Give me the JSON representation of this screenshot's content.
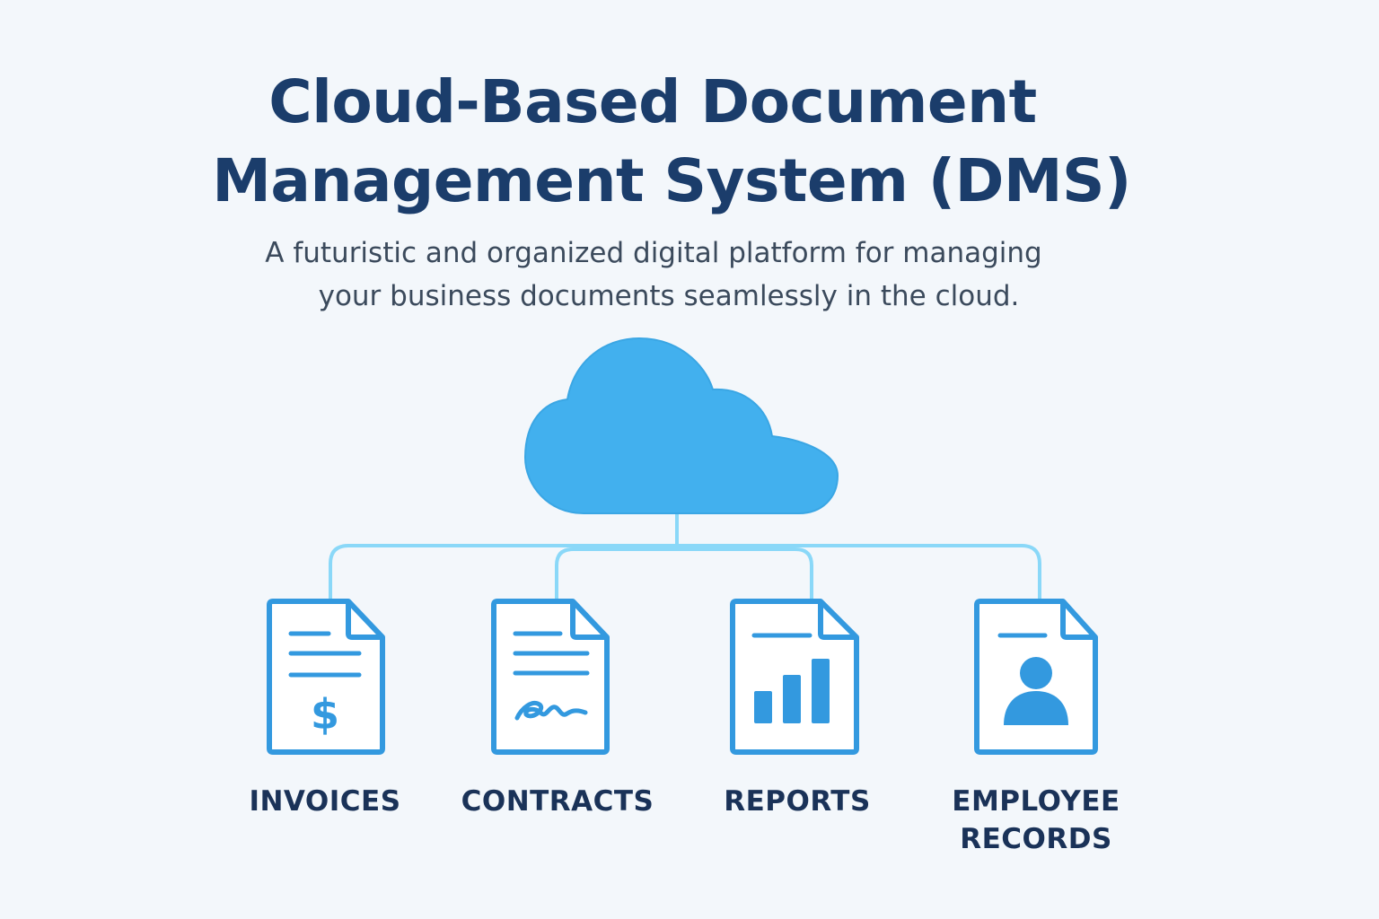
{
  "header": {
    "title_line1": "Cloud-Based Document",
    "title_line2": "Management System (DMS)",
    "subtitle_line1": "A futuristic and organized digital platform for managing",
    "subtitle_line2": "your business documents seamlessly in the cloud."
  },
  "colors": {
    "background": "#f3f7fb",
    "title": "#1b3d6b",
    "cloud": "#42b0ee",
    "connector": "#8ad8f8",
    "doc_stroke": "#3399df",
    "label": "#1a3258"
  },
  "diagram": {
    "root": {
      "icon": "cloud-icon"
    },
    "categories": [
      {
        "label": "INVOICES",
        "icon": "invoice-document-icon"
      },
      {
        "label": "CONTRACTS",
        "icon": "contract-document-icon"
      },
      {
        "label": "REPORTS",
        "icon": "report-document-icon"
      },
      {
        "label_line1": "EMPLOYEE",
        "label_line2": "RECORDS",
        "icon": "employee-record-document-icon"
      }
    ]
  }
}
